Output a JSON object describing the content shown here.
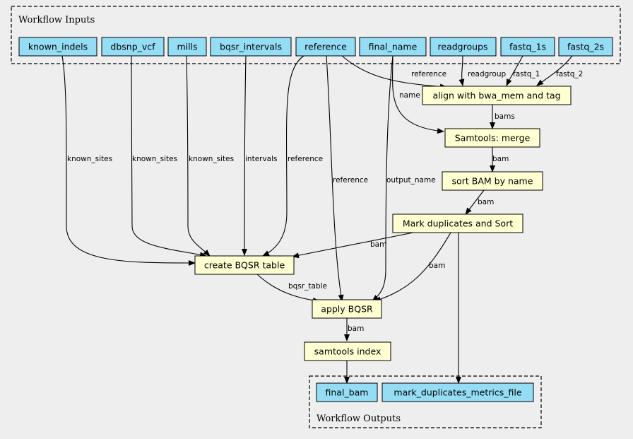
{
  "clusters": {
    "inputs_label": "Workflow Inputs",
    "outputs_label": "Workflow Outputs"
  },
  "colors": {
    "input_fill": "#94ddf4",
    "step_fill": "#ffffd2",
    "background": "#eeeeee"
  },
  "nodes": {
    "known_indels": "known_indels",
    "dbsnp_vcf": "dbsnp_vcf",
    "mills": "mills",
    "bqsr_intervals": "bqsr_intervals",
    "reference": "reference",
    "final_name": "final_name",
    "readgroups": "readgroups",
    "fastq_1s": "fastq_1s",
    "fastq_2s": "fastq_2s",
    "align": "align with bwa_mem and tag",
    "merge": "Samtools: merge",
    "sort": "sort BAM by name",
    "markdup": "Mark duplicates and Sort",
    "bqsr_table": "create BQSR table",
    "apply_bqsr": "apply BQSR",
    "index": "samtools index",
    "final_bam": "final_bam",
    "metrics": "mark_duplicates_metrics_file"
  },
  "edges": {
    "ref_align": "reference",
    "rg_align": "readgroup",
    "fq1_align": "fastq_1",
    "fq2_align": "fastq_2",
    "name_merge": "name",
    "align_merge": "bams",
    "merge_sort": "bam",
    "sort_markdup": "bam",
    "indels_table": "known_sites",
    "dbsnp_table": "known_sites",
    "mills_table": "known_sites",
    "intervals_table": "intervals",
    "ref_table": "reference",
    "ref_apply": "reference",
    "name_apply": "output_name",
    "markdup_table": "bam",
    "markdup_apply": "bam",
    "table_apply": "bqsr_table",
    "apply_index": "bam"
  }
}
